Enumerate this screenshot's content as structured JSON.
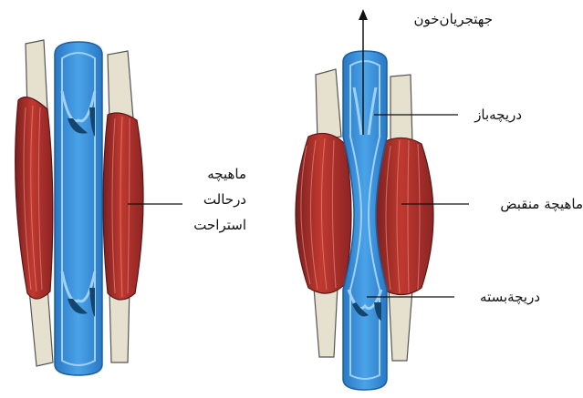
{
  "labels": {
    "relaxed_line1": "ماهیچه",
    "relaxed_line2": "درحالت",
    "relaxed_line3": "استراحت",
    "blood_flow": "جهتجریان‌خون",
    "valve_open": "دریچه‌باز",
    "muscle_contracted": "ماهیچة منقبض",
    "valve_closed": "دریچةبسته"
  },
  "colors": {
    "muscle": "#b8302f",
    "muscle_dark": "#7a1f1f",
    "muscle_stripe": "#e58a80",
    "bone": "#e6e0cf",
    "vein": "#3a8fdb",
    "vein_light": "#9fd0f5",
    "vein_dark": "#1d5f9e",
    "valve_dark": "#14456f"
  }
}
